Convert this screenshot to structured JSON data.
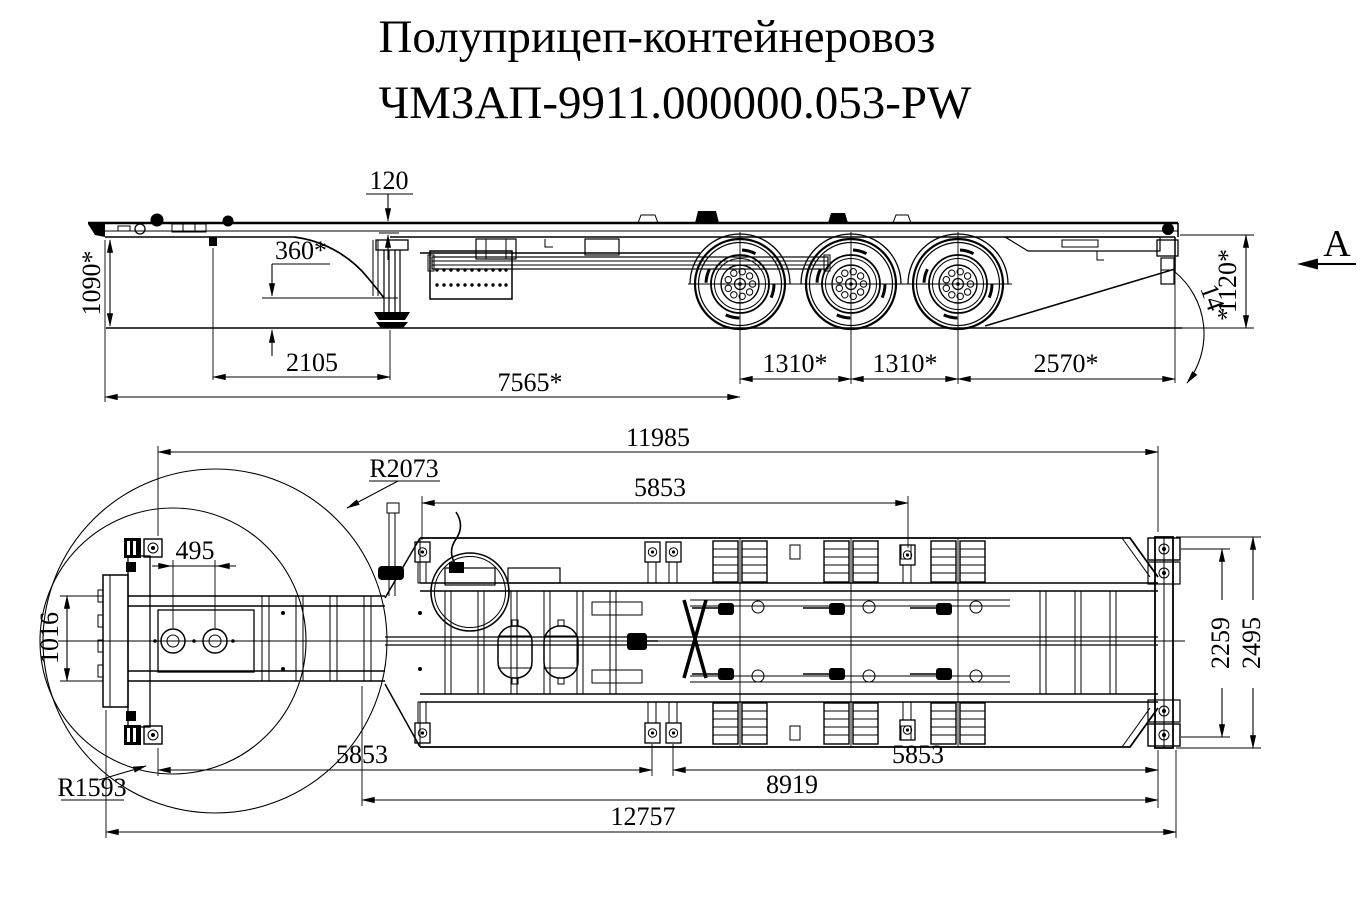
{
  "title": {
    "line1": "Полуприцеп-контейнеровоз",
    "line2": "ЧМЗАП-9911.000000.053-PW"
  },
  "side_view": {
    "label": "A",
    "dims": {
      "step": "120",
      "neck_offset": "360*",
      "front_height": "1090*",
      "kingpin_to_support": "2105",
      "front_to_axle1": "7565*",
      "axle1_axle2": "1310*",
      "axle2_axle3": "1310*",
      "axle3_to_rear": "2570*",
      "rear_height": "1120*",
      "ramp_angle": "14*"
    }
  },
  "top_view": {
    "dims": {
      "frame_length": "11985",
      "top_lock_span": "5853",
      "kingpin_spacing": "495",
      "neck_width": "1016",
      "front_swing_radius": "R2073",
      "rear_swing_radius": "R1593",
      "bottom_lock_span_front": "5853",
      "bottom_lock_span_rear": "5853",
      "lock_span_total": "8919",
      "overall_length": "12757",
      "rear_lock_width": "2259",
      "overall_width": "2495"
    }
  },
  "colors": {
    "ink": "#000000",
    "paper": "#ffffff"
  }
}
